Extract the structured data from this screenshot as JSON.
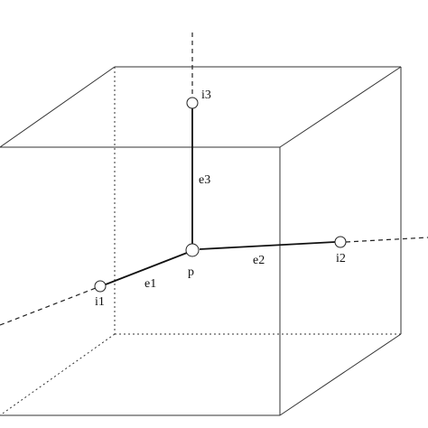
{
  "diagram": {
    "labels": {
      "p": "p",
      "i1": "i1",
      "i2": "i2",
      "i3": "i3",
      "e1": "e1",
      "e2": "e2",
      "e3": "e3"
    },
    "colors": {
      "stroke": "#333333",
      "background": "#ffffff"
    }
  }
}
